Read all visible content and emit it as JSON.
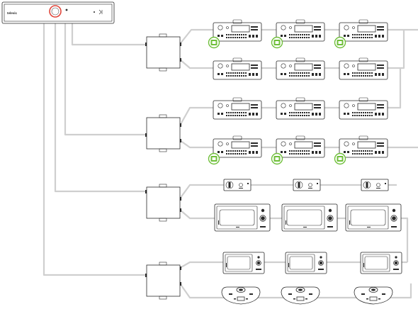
{
  "central_unit": {
    "brand": "televic",
    "icon": "power-ring-icon"
  },
  "colors": {
    "cable": "#cfcfcf",
    "outline": "#2a2a2a",
    "accent_green": "#6fbf3a",
    "power_ring": "#e0463b"
  },
  "devices": {
    "switch_boxes": 4,
    "interpreter_desks": 12,
    "green_tagged_desks": 6,
    "cubicle_panels": 3,
    "touch_units_large": 3,
    "touch_units_small": 3,
    "delegate_units": 3
  }
}
